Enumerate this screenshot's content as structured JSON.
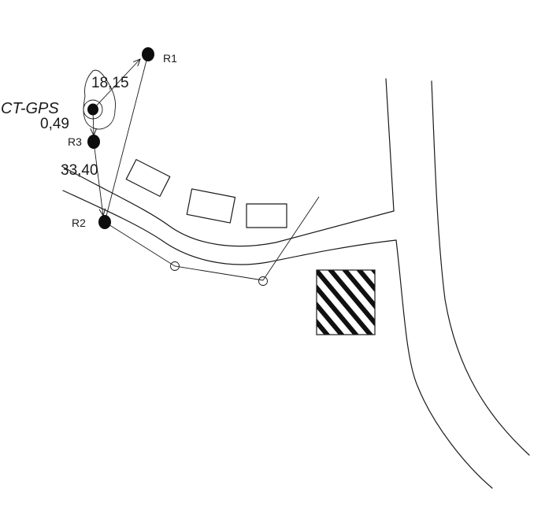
{
  "points": {
    "r1": "R1",
    "r2": "R2",
    "r3": "R3",
    "ct_gps": "CT-GPS"
  },
  "distances": {
    "gps_to_r1": "18,15",
    "gps_to_r3": "0,49",
    "r3_to_r2": "33,40"
  },
  "colors": {
    "ink": "#1a1a1a",
    "point_fill": "#0d0d0d",
    "background": "#ffffff"
  }
}
